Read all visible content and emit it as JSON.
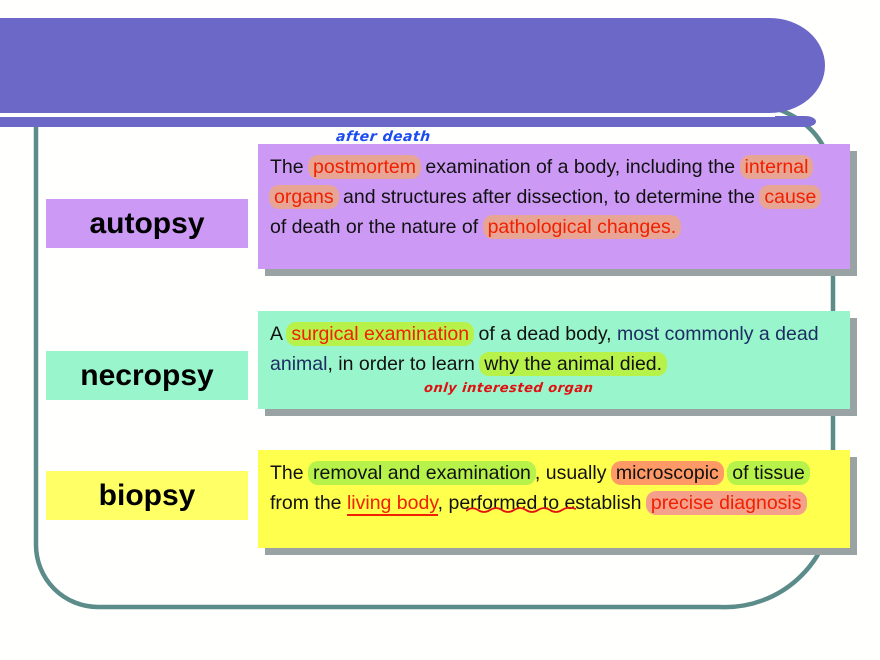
{
  "slide": {
    "banner": {
      "color": "#6b68c8",
      "divider_color": "#ffffff"
    },
    "frame_color": "#5c8c8a",
    "background": "#fffffd"
  },
  "terms": [
    {
      "label": "autopsy",
      "bg": "#cc99f5"
    },
    {
      "label": "necropsy",
      "bg": "#99f5cc"
    },
    {
      "label": "biopsy",
      "bg": "#ffff66"
    }
  ],
  "definitions": {
    "autopsy": {
      "bg": "#cc99f5",
      "parts": [
        {
          "text": "The ",
          "style": "plain"
        },
        {
          "text": "postmortem",
          "style": "red-highlight-salmon"
        },
        {
          "text": " examination of a body, including the ",
          "style": "plain"
        },
        {
          "text": "internal organs",
          "style": "red-highlight-salmon"
        },
        {
          "text": " and structures after dissection, to determine the ",
          "style": "plain"
        },
        {
          "text": "cause",
          "style": "red-highlight-salmon"
        },
        {
          "text": " of death or the nature of ",
          "style": "plain"
        },
        {
          "text": "pathological changes.",
          "style": "red-highlight-salmon"
        }
      ],
      "annotation": {
        "text": "after death",
        "color": "#1b4cf0"
      }
    },
    "necropsy": {
      "bg": "#99f5cc",
      "parts": [
        {
          "text": "A ",
          "style": "plain"
        },
        {
          "text": "surgical examination",
          "style": "red-highlight-lime"
        },
        {
          "text": " of a dead body, ",
          "style": "plain"
        },
        {
          "text": "most commonly a dead animal",
          "style": "navy"
        },
        {
          "text": ", in order to learn ",
          "style": "plain"
        },
        {
          "text": "why the animal died.",
          "style": "highlight-lime"
        }
      ],
      "annotation": {
        "text": "only interested organ",
        "color": "#e01010"
      }
    },
    "biopsy": {
      "bg": "#ffff4d",
      "parts": [
        {
          "text": "The ",
          "style": "plain"
        },
        {
          "text": "removal and examination",
          "style": "highlight-lime"
        },
        {
          "text": ", usually ",
          "style": "plain"
        },
        {
          "text": "microscopic",
          "style": "highlight-orange"
        },
        {
          "text": " ",
          "style": "plain"
        },
        {
          "text": "of tissue",
          "style": "highlight-lime"
        },
        {
          "text": " from the ",
          "style": "plain"
        },
        {
          "text": "living body",
          "style": "red-underline-squiggle"
        },
        {
          "text": ", performed to establish ",
          "style": "plain"
        },
        {
          "text": "precise diagnosis",
          "style": "red-highlight-orange"
        }
      ],
      "annotation": null
    }
  },
  "text": {
    "autopsy_line1_a": "The ",
    "autopsy_postmortem": "postmortem",
    "autopsy_line1_b": " examination of a body, including the ",
    "autopsy_internal_organs": "internal organs",
    "autopsy_line2_b": " and structures after dissection, to determine the ",
    "autopsy_cause": "cause",
    "autopsy_line3_b": " of death or the nature of ",
    "autopsy_pathological": "pathological changes.",
    "autopsy_annotation": "after death",
    "necropsy_a": "A ",
    "necropsy_surgical": "surgical examination",
    "necropsy_b": " of a dead body, ",
    "necropsy_most_commonly": "most commonly a dead animal",
    "necropsy_c": ", in order to learn ",
    "necropsy_why": "why the animal died.",
    "necropsy_annotation": "only interested organ",
    "biopsy_a": "The ",
    "biopsy_removal": "removal and examination",
    "biopsy_b": ", usually ",
    "biopsy_microscopic": "microscopic",
    "biopsy_c": " ",
    "biopsy_tissue": "of tissue",
    "biopsy_d": " from the ",
    "biopsy_living_body": "living body",
    "biopsy_e": ", performed to establish ",
    "biopsy_precise": "precise diagnosis"
  }
}
